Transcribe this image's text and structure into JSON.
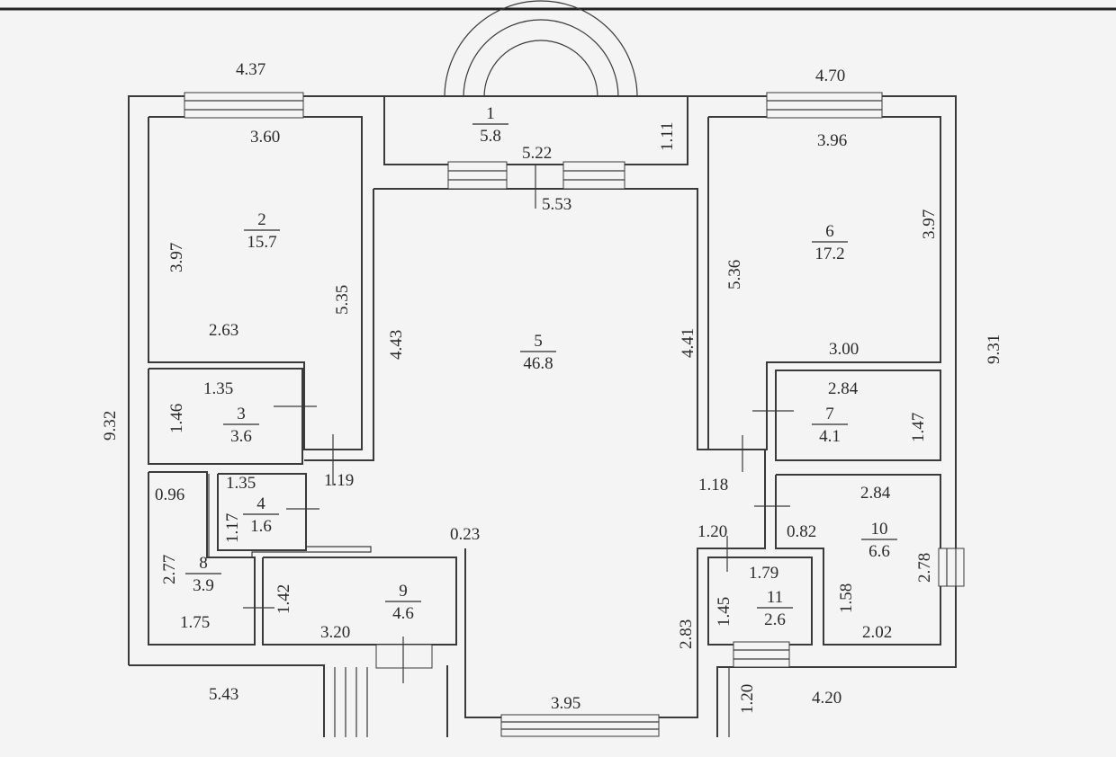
{
  "plan": {
    "colors": {
      "background": "#f4f4f4",
      "line": "#3a3a3a",
      "text": "#2a2a2a"
    },
    "rooms": [
      {
        "number": "1",
        "area": "5.8"
      },
      {
        "number": "2",
        "area": "15.7"
      },
      {
        "number": "3",
        "area": "3.6"
      },
      {
        "number": "4",
        "area": "1.6"
      },
      {
        "number": "5",
        "area": "46.8"
      },
      {
        "number": "6",
        "area": "17.2"
      },
      {
        "number": "7",
        "area": "4.1"
      },
      {
        "number": "8",
        "area": "3.9"
      },
      {
        "number": "9",
        "area": "4.6"
      },
      {
        "number": "10",
        "area": "6.6"
      },
      {
        "number": "11",
        "area": "2.6"
      }
    ],
    "dimensions": {
      "top_left_outer": "4.37",
      "top_right_outer": "4.70",
      "r1_height": "1.11",
      "r1_to_r5_top": "5.22",
      "r5_top": "5.53",
      "r2_top": "3.60",
      "r2_left": "3.97",
      "r2_right": "5.35",
      "r2_bottom": "2.63",
      "r3_top": "1.35",
      "r3_left": "1.46",
      "r2_door": "1.19",
      "r4_top": "1.35",
      "r4_left": "1.17",
      "r8_top": "0.96",
      "r8_left": "2.77",
      "r8_right": "1.42",
      "r8_bottom": "1.75",
      "r9_bottom": "3.20",
      "r9_wall": "0.23",
      "r5_left": "4.43",
      "r5_right": "4.41",
      "r5_lower_right": "2.83",
      "r5_bottom": "3.95",
      "outer_left": "9.32",
      "outer_right": "9.31",
      "bottom_left_outer": "5.43",
      "r6_top": "3.96",
      "r6_right": "3.97",
      "r6_left": "5.36",
      "r6_bottom": "3.00",
      "r7_top": "2.84",
      "r7_right": "1.47",
      "r6_door": "1.18",
      "r10_top": "2.84",
      "r10_left": "0.82",
      "r10_right": "2.78",
      "r10_inner": "1.58",
      "r10_bottom": "2.02",
      "r11_top": "1.79",
      "r11_left": "1.45",
      "r11_door": "1.20",
      "bottom_right_step": "1.20",
      "bottom_right_outer": "4.20"
    }
  }
}
